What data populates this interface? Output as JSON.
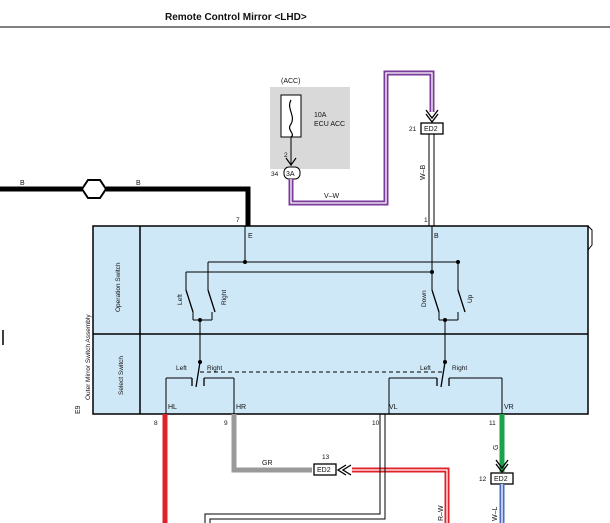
{
  "title": "Remote Control Mirror <LHD>",
  "fuse": {
    "acc_label": "(ACC)",
    "rating": "10A",
    "name": "ECU ACC",
    "pin": "2",
    "connector": "3A",
    "connector_pin": "34"
  },
  "wires": {
    "b_left": "B",
    "b_right": "B",
    "v_w": "V–W",
    "w_b": "W–B",
    "gr": "GR",
    "g": "G",
    "r_w": "R–W",
    "w_l": "W–L"
  },
  "connectors": {
    "top": {
      "name": "ED2",
      "pin": "21"
    },
    "mid": {
      "name": "ED2",
      "pin": "13"
    },
    "bot": {
      "name": "ED2",
      "pin": "12"
    }
  },
  "assembly": {
    "code": "E9",
    "name": "Outer Mirror Switch Assembly",
    "operation_section": "Operation Switch",
    "select_section": "Select Switch",
    "pin_e_num": "7",
    "pin_e": "E",
    "pin_b_num": "1",
    "pin_b": "B",
    "left_label": "Left",
    "right_label": "Right",
    "down_label": "Down",
    "up_label": "Up",
    "sel_left_1": "Left",
    "sel_right_1": "Right",
    "sel_left_2": "Left",
    "sel_right_2": "Right",
    "terms": [
      "HL",
      "HR",
      "VL",
      "VR"
    ],
    "term_pins": [
      "8",
      "9",
      "10",
      "11"
    ]
  },
  "colors": {
    "panel_fill": "#cfe8f8",
    "fuse_box": "#d9d9d9",
    "purple": "#7b3b9b",
    "red": "#e0222a",
    "green": "#1aa34a",
    "gray": "#9a9a9a",
    "blue": "#4a6cc2"
  }
}
